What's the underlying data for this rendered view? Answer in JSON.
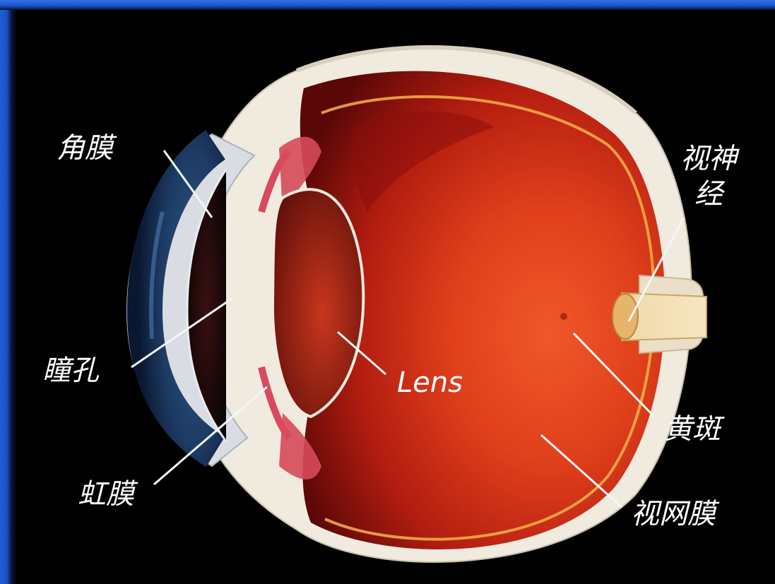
{
  "labels": {
    "cornea": "角膜",
    "optic_nerve_line1": "视神",
    "optic_nerve_line2": "经",
    "pupil": "瞳孔",
    "lens": "Lens",
    "macula": "黄斑",
    "iris": "虹膜",
    "retina": "视网膜"
  },
  "colors": {
    "background": "#000000",
    "frame_blue": "#1a4fc4",
    "label_text": "#ffffff",
    "sclera": "#f3ece0",
    "interior_red": "#d8361a"
  }
}
